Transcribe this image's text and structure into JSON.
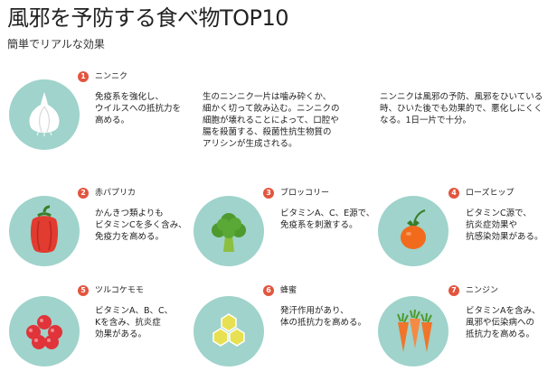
{
  "header": {
    "title": "風邪を予防する食べ物TOP10",
    "subtitle": "簡単でリアルな効果"
  },
  "items": [
    {
      "rank": "1",
      "name": "ニンニク",
      "icon": "garlic-icon",
      "desc_a": "免疫系を強化し、\nウイルスへの抵抗力を\n高める。",
      "desc_b": "生のニンニク一片は噛み砕くか、\n細かく切って飲み込む。ニンニクの\n細胞が壊れることによって、口腔や\n腸を殺菌する、殺菌性抗生物質の\nアリシンが生成される。",
      "desc_c": "ニンニクは風邪の予防、風邪をひいている\n時、ひいた後でも効果的で、悪化しにくく\nなる。1日一片で十分。"
    },
    {
      "rank": "2",
      "name": "赤パプリカ",
      "icon": "red-pepper-icon",
      "desc": "かんきつ類よりも\nビタミンCを多く含み、\n免疫力を高める。"
    },
    {
      "rank": "3",
      "name": "ブロッコリー",
      "icon": "broccoli-icon",
      "desc": "ビタミンA、C、E源で、\n免疫系を刺激する。"
    },
    {
      "rank": "4",
      "name": "ローズヒップ",
      "icon": "rosehip-icon",
      "desc": "ビタミンC源で、\n抗炎症効果や\n抗感染効果がある。"
    },
    {
      "rank": "5",
      "name": "ツルコケモモ",
      "icon": "cranberry-icon",
      "desc": "ビタミンA、B、C、\nKを含み、抗炎症\n効果がある。"
    },
    {
      "rank": "6",
      "name": "蜂蜜",
      "icon": "honeycomb-icon",
      "desc": "発汗作用があり、\n体の抵抗力を高める。"
    },
    {
      "rank": "7",
      "name": "ニンジン",
      "icon": "carrot-icon",
      "desc": "ビタミンAを含み、\n風邪や伝染病への\n抵抗力を高める。"
    }
  ],
  "colors": {
    "circle": "#9fd3cb",
    "badge": "#e2553e",
    "pepper": "#e23b30",
    "broccoli": "#4f9a2e",
    "rosehip": "#f26b1d",
    "cranberry": "#e0343a",
    "honey": "#e7e052",
    "carrot": "#f0752a"
  }
}
